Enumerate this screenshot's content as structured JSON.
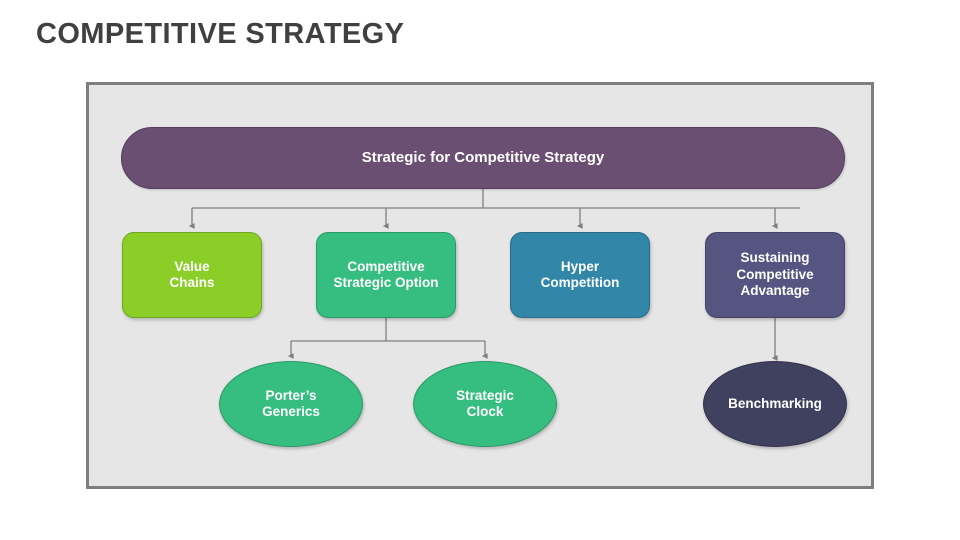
{
  "slide": {
    "title": "COMPETITIVE STRATEGY",
    "background_color": "#ffffff"
  },
  "panel": {
    "background_color": "#e6e6e6",
    "border_color": "#7f7f7f"
  },
  "connectors": {
    "line_color": "#7f7f7f",
    "arrow_color": "#7f7f7f",
    "style": "elbow-with-arrowhead"
  },
  "diagram": {
    "type": "hierarchy",
    "root": {
      "id": "strategic-for-competitive-strategy",
      "label": "Strategic for Competitive Strategy",
      "shape": "pill",
      "fill_color": "#6A4F72",
      "text_color": "#ffffff"
    },
    "level1": [
      {
        "id": "value-chains",
        "label": "Value\nChains",
        "shape": "rounded-rect",
        "fill_color": "#8BCE28",
        "text_color": "#ffffff"
      },
      {
        "id": "competitive-strategic-option",
        "label": "Competitive\nStrategic Option",
        "shape": "rounded-rect",
        "fill_color": "#35BE80",
        "text_color": "#ffffff"
      },
      {
        "id": "hyper-competition",
        "label": "Hyper\nCompetition",
        "shape": "rounded-rect",
        "fill_color": "#3287A8",
        "text_color": "#ffffff"
      },
      {
        "id": "sustaining-competitive-advantage",
        "label": "Sustaining\nCompetitive\nAdvantage",
        "shape": "rounded-rect",
        "fill_color": "#565480",
        "text_color": "#ffffff"
      }
    ],
    "level2": [
      {
        "id": "porters-generics",
        "label": "Porter’s\nGenerics",
        "shape": "ellipse",
        "fill_color": "#35BE80",
        "text_color": "#ffffff",
        "parent": "competitive-strategic-option"
      },
      {
        "id": "strategic-clock",
        "label": "Strategic\nClock",
        "shape": "ellipse",
        "fill_color": "#35BE80",
        "text_color": "#ffffff",
        "parent": "competitive-strategic-option"
      },
      {
        "id": "benchmarking",
        "label": "Benchmarking",
        "shape": "ellipse",
        "fill_color": "#40405F",
        "text_color": "#ffffff",
        "parent": "sustaining-competitive-advantage"
      }
    ]
  }
}
